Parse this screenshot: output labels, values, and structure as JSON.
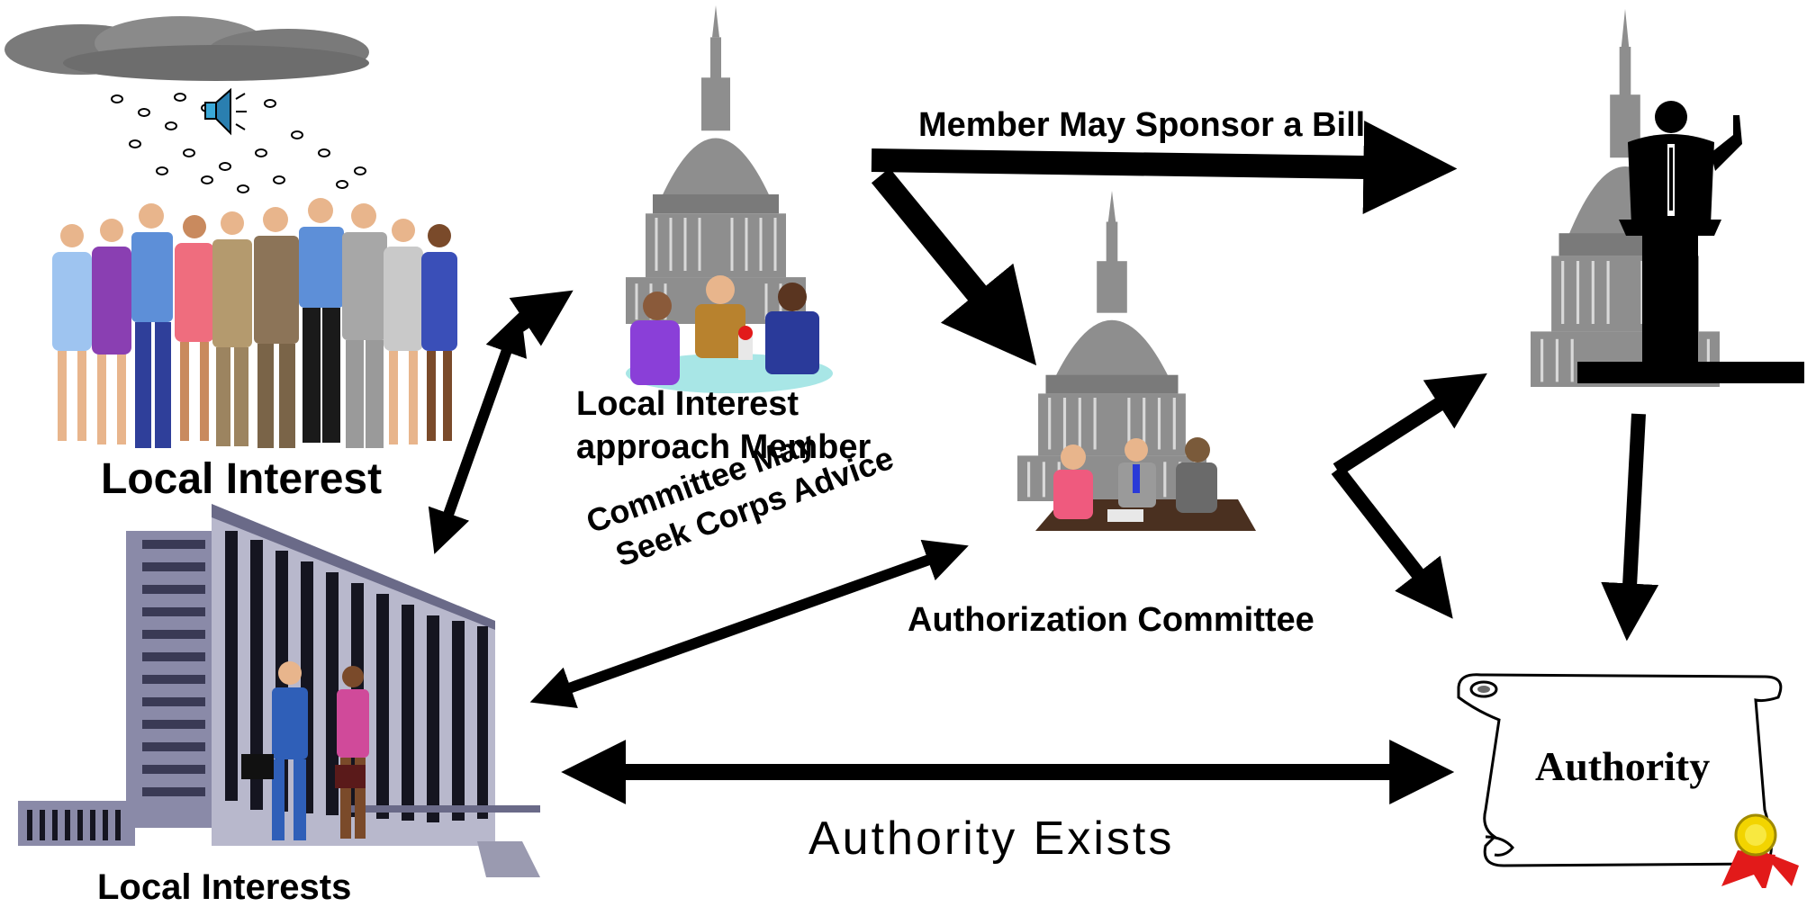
{
  "labels": {
    "local_interest": "Local Interest",
    "local_interests_cut": "Local Interests",
    "local_interest_approach_line1": "Local Interest",
    "local_interest_approach_line2": "approach Member",
    "member_sponsor": "Member May Sponsor a Bill",
    "committee_may_line1": "Committee May",
    "committee_may_line2": "Seek Corps Advice",
    "authorization_committee": "Authorization Committee",
    "authority_exists": "Authority Exists",
    "authority": "Authority"
  },
  "colors": {
    "capitol": "#8e8e8e",
    "capitol_dark": "#6f6f6f",
    "arrow": "#000000",
    "building": "#8a8aa8",
    "cloud": "#7a7a7a",
    "seal": "#f2d400",
    "ribbon": "#e21a1a"
  },
  "icons": [
    "rain-cloud-icon",
    "speaker-icon",
    "people-group-icon",
    "office-building-icon",
    "capitol-icon",
    "meeting-icon",
    "speaker-podium-icon",
    "scroll-icon",
    "seal-icon"
  ]
}
